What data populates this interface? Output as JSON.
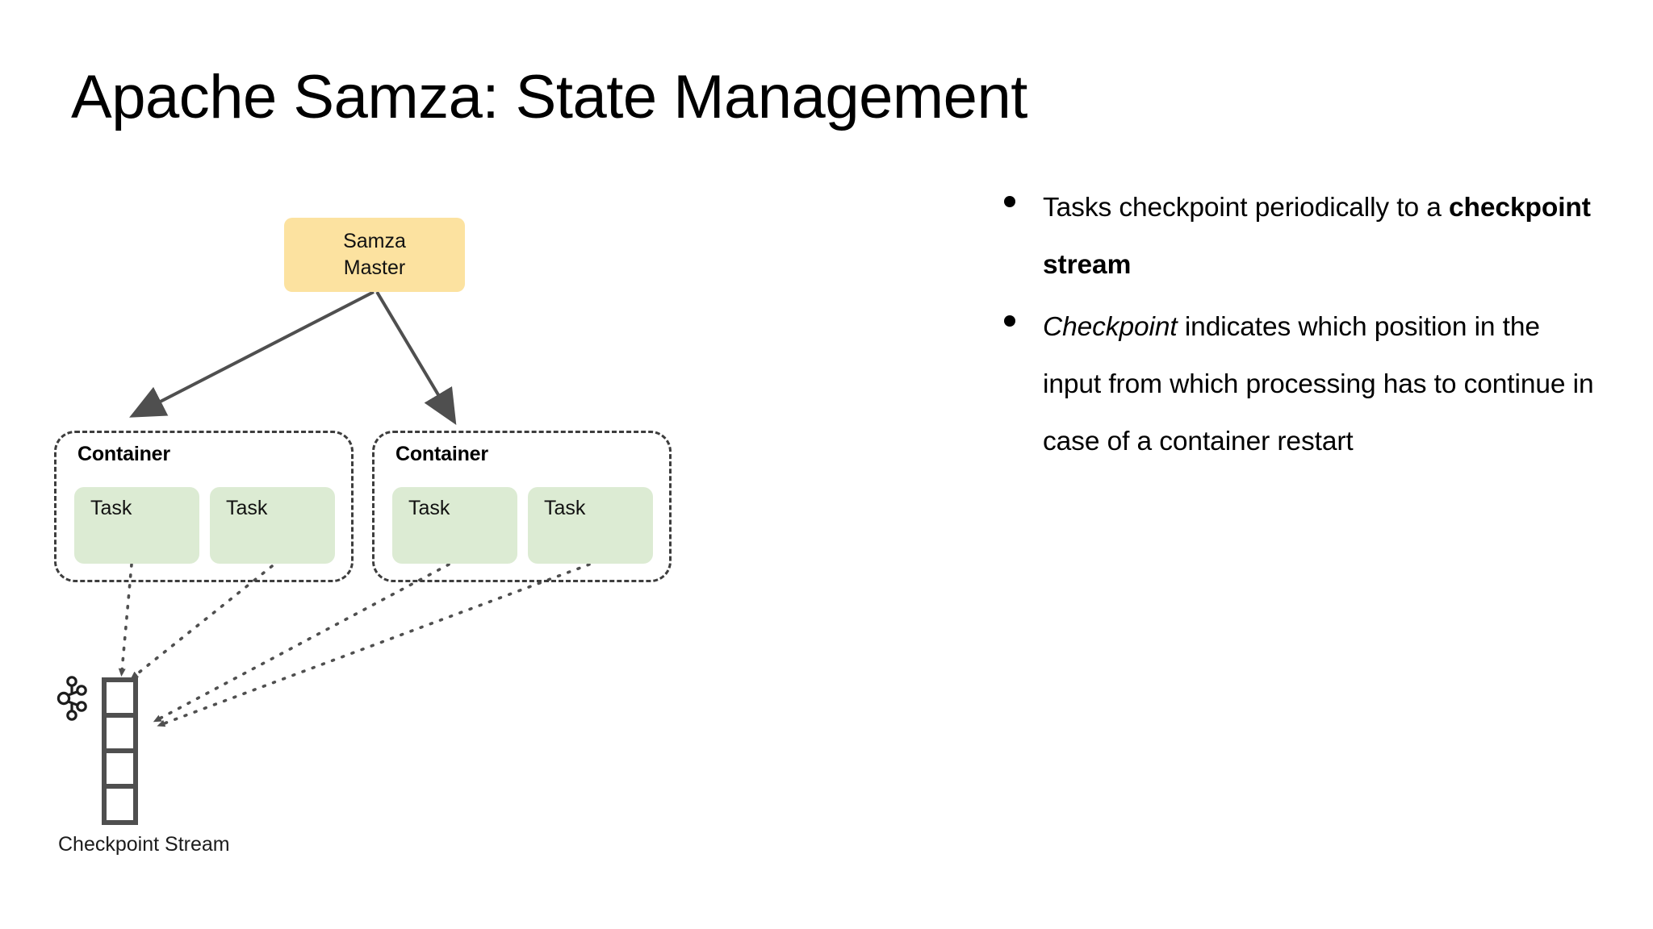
{
  "slide": {
    "title": "Apache Samza: State Management",
    "background": "#ffffff"
  },
  "diagram": {
    "master": {
      "line1": "Samza",
      "line2": "Master",
      "fill": "#fce2a0"
    },
    "containers": [
      {
        "label": "Container",
        "tasks": [
          {
            "label": "Task"
          },
          {
            "label": "Task"
          }
        ]
      },
      {
        "label": "Container",
        "tasks": [
          {
            "label": "Task"
          },
          {
            "label": "Task"
          }
        ]
      }
    ],
    "stream": {
      "label": "Checkpoint Stream",
      "icon": "kafka-logo-icon",
      "cells": 4,
      "stroke": "#4f4f4f"
    },
    "colors": {
      "arrow": "#4f4f4f",
      "task_fill": "#dcebd3",
      "container_border": "#3d3d3d"
    }
  },
  "bullets": [
    {
      "marker": "●",
      "parts": [
        {
          "text": "Tasks checkpoint periodically to a ",
          "style": "normal"
        },
        {
          "text": "checkpoint stream",
          "style": "bold"
        }
      ]
    },
    {
      "marker": "●",
      "parts": [
        {
          "text": "Checkpoint",
          "style": "italic"
        },
        {
          "text": " indicates which position in the input from which processing has to continue in case of a container restart",
          "style": "normal"
        }
      ]
    }
  ]
}
